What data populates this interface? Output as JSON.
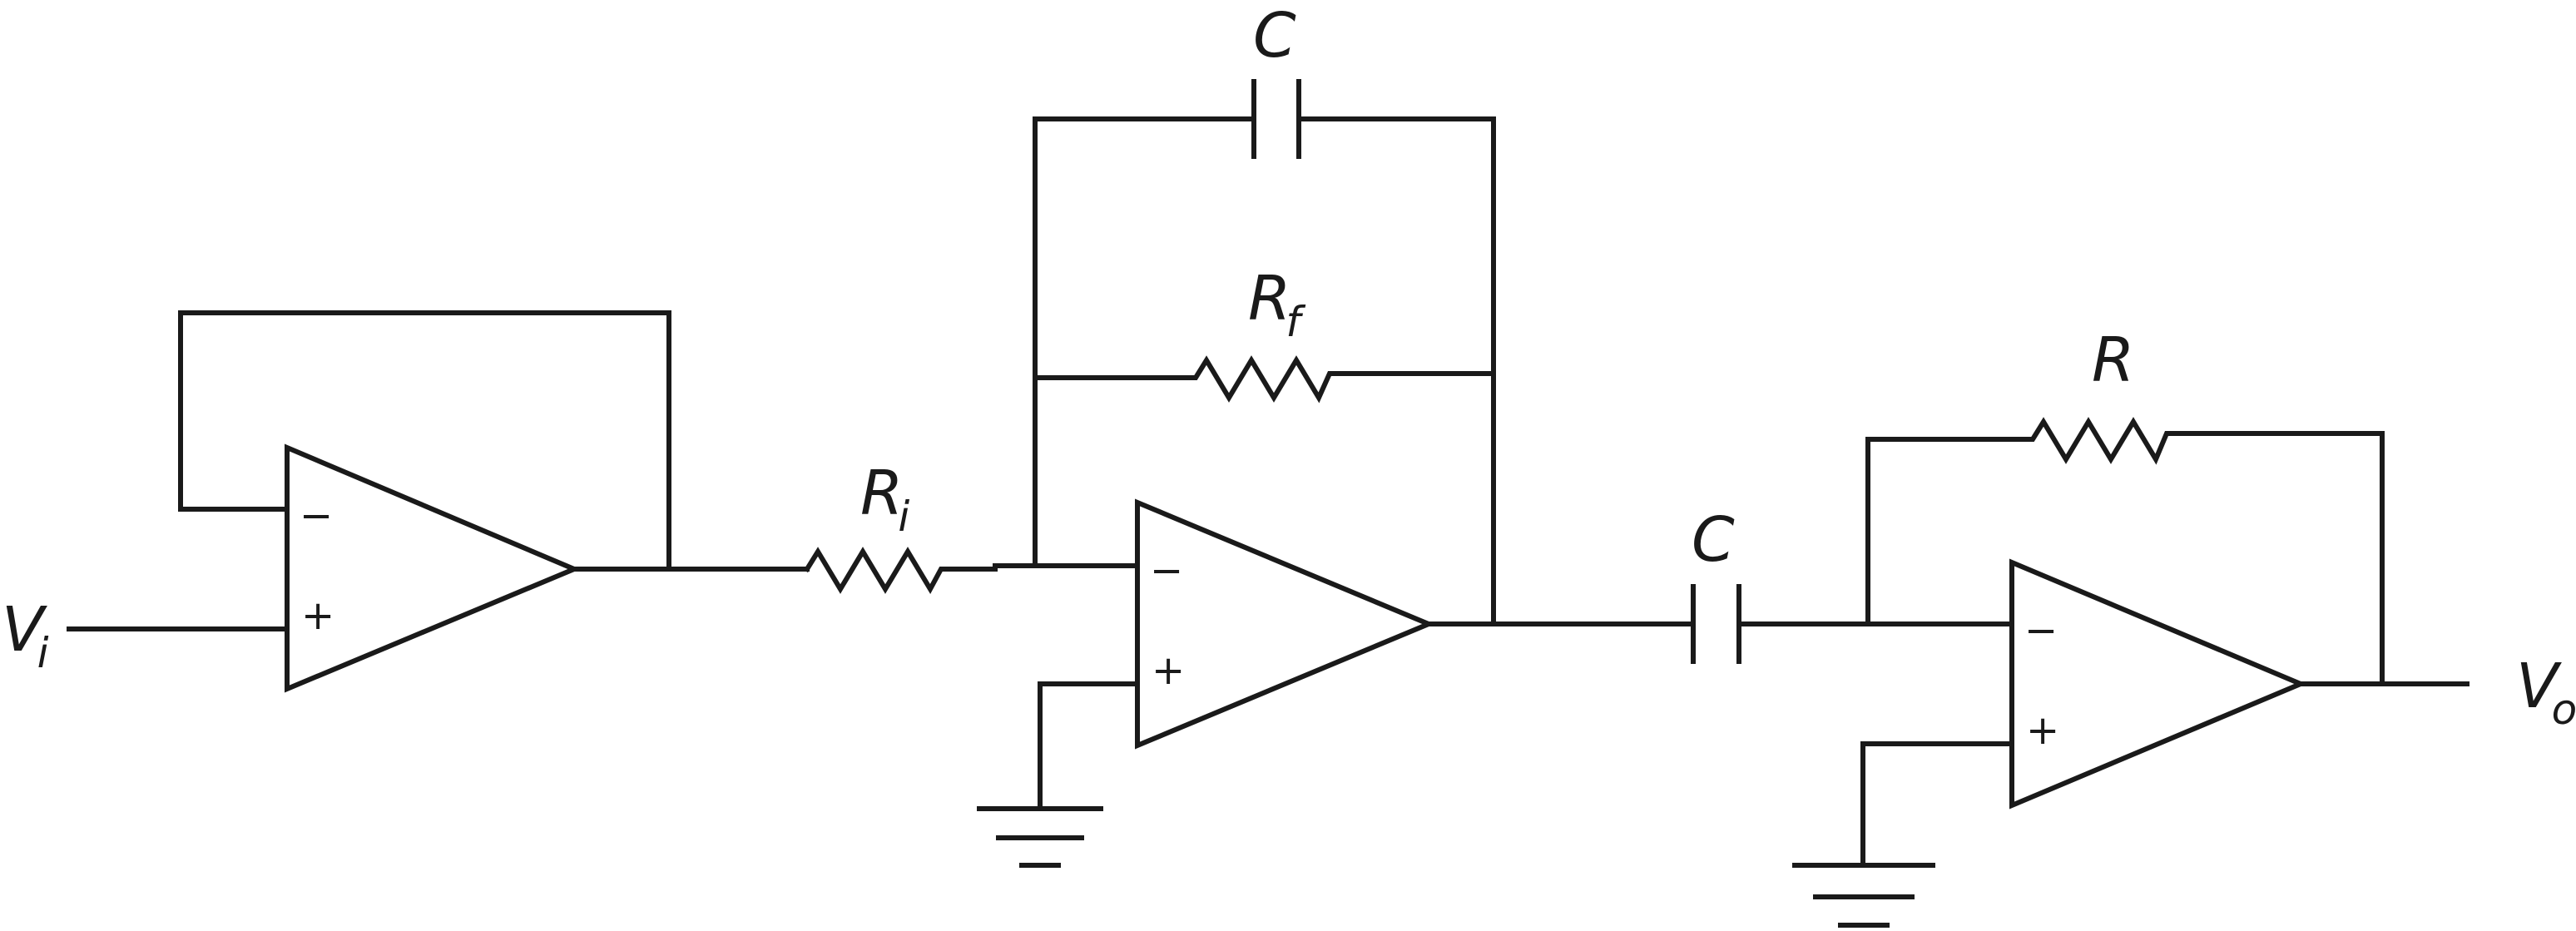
{
  "labels": {
    "vin": {
      "main": "V",
      "sub": "i"
    },
    "vout": {
      "main": "V",
      "sub": "o"
    },
    "ri": {
      "main": "R",
      "sub": "i"
    },
    "rf": {
      "main": "R",
      "sub": "f"
    },
    "r": {
      "main": "R"
    },
    "c_feedback": {
      "main": "C"
    },
    "c_series": {
      "main": "C"
    }
  },
  "opamp_signs": {
    "inverting": "−",
    "noninverting": "+"
  }
}
